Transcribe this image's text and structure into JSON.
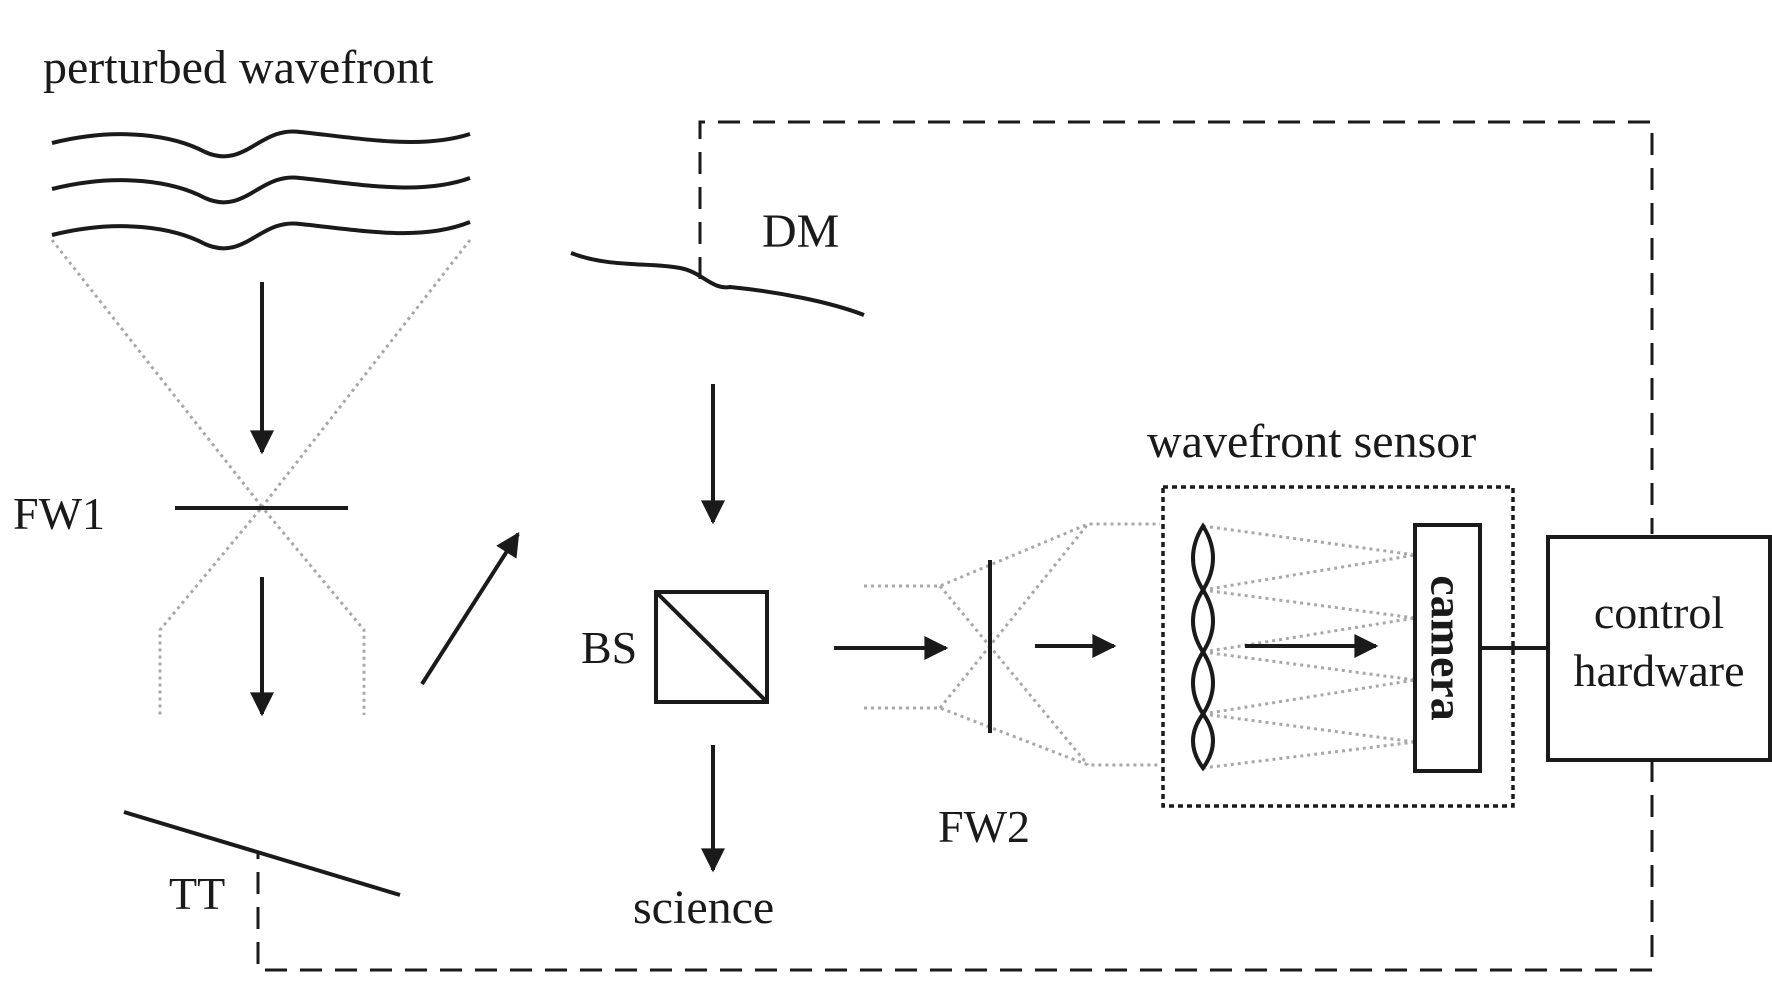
{
  "labels": {
    "perturbed_wavefront": "perturbed wavefront",
    "dm": "DM",
    "fw1": "FW1",
    "fw2": "FW2",
    "tt": "TT",
    "bs": "BS",
    "science": "science",
    "wavefront_sensor": "wavefront sensor",
    "camera": "camera",
    "control_line1": "control",
    "control_line2": "hardware"
  },
  "colors": {
    "ink": "#1a1a1a",
    "beam": "#a8a8a8"
  }
}
